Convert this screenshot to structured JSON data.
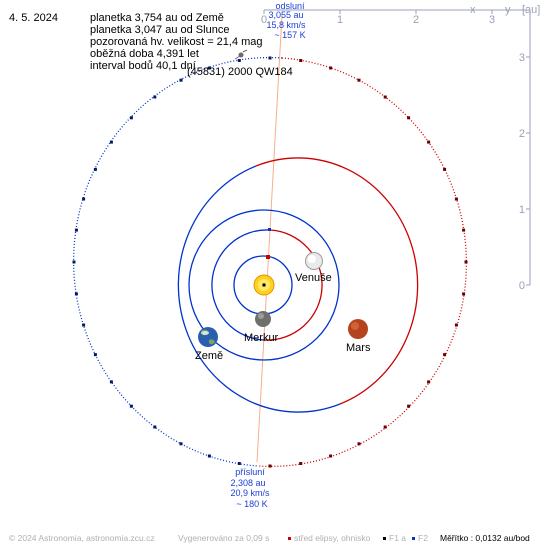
{
  "date": "4. 5. 2024",
  "info": {
    "line1": "planetka 3,754 au od Země",
    "line2": "planetka 3,047 au od Slunce",
    "line3": "pozorovaná hv. velikost = 21,4 mag",
    "line4": "oběžná doba 4,391 let",
    "line5": "interval bodů 40,1 dní"
  },
  "object_name": "(45831) 2000 QW184",
  "aphelion": {
    "title": "odsluní",
    "dist": "3,055 au",
    "speed": "15,8 km/s",
    "temp": "~ 157 K"
  },
  "perihelion": {
    "title": "přísluní",
    "dist": "2,308 au",
    "speed": "20,9 km/s",
    "temp": "~ 180 K"
  },
  "planets": {
    "venus": "Venuše",
    "mercury": "Merkur",
    "earth": "Země",
    "mars": "Mars"
  },
  "axis": {
    "x_label": "x",
    "y_label": "y",
    "unit": "[au]",
    "x_ticks": [
      "0",
      "1",
      "2",
      "3"
    ],
    "y_ticks": [
      "3",
      "2",
      "1",
      "0"
    ]
  },
  "footer": {
    "copyright": "© 2024 Astronomia, astronomia.zcu.cz",
    "generated": "Vygenerováno za 0,09 s",
    "legend_center": "střed elipsy, ohnisko",
    "legend_f": "F1 a",
    "legend_f2": "F2",
    "scale": "Měřítko : 0,0132 au/bod"
  },
  "colors": {
    "orbit_blue": "#0033cc",
    "orbit_red": "#cc0000",
    "axis_gray": "#9aa0b8",
    "apsis_line": "#f5b08a",
    "label_blue": "#1a3fd6"
  }
}
